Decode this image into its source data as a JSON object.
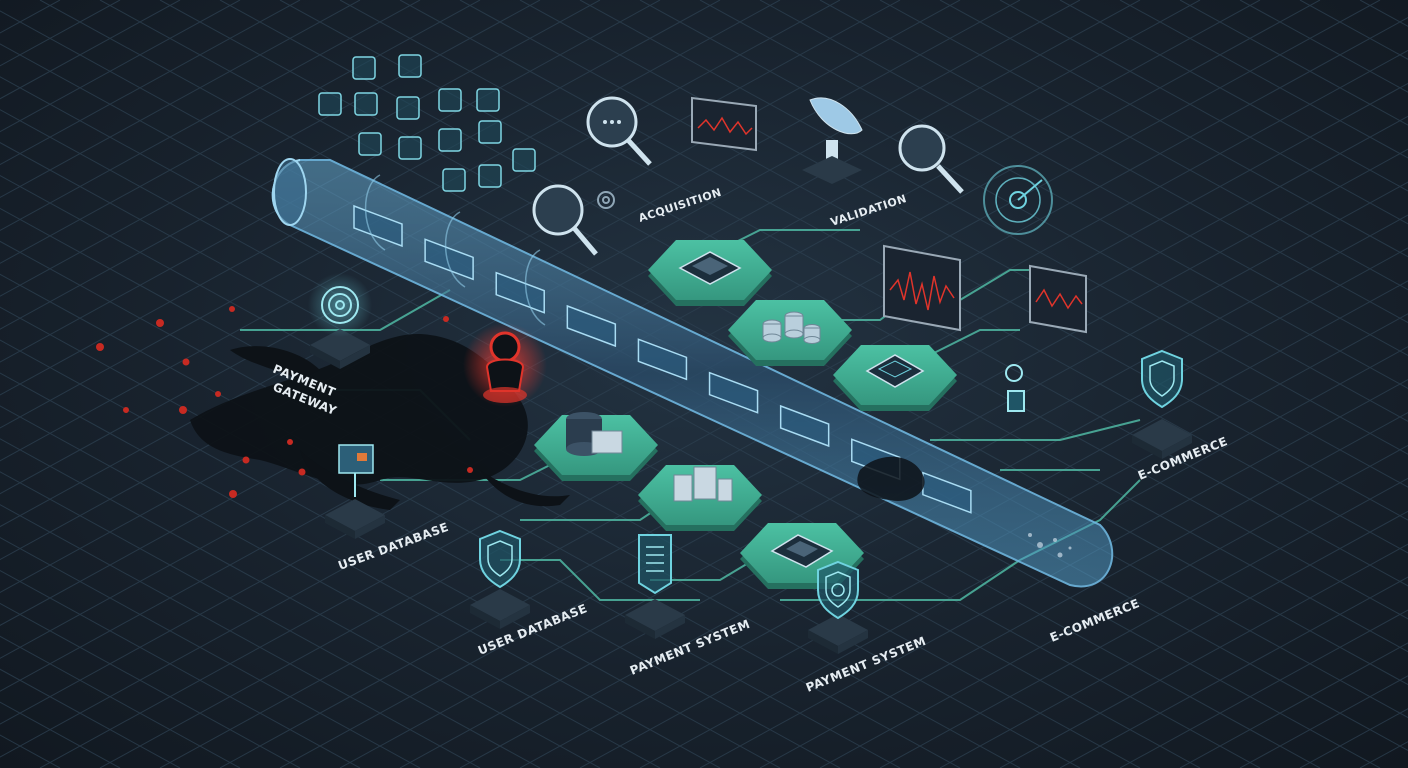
{
  "labels": {
    "payment_gateway_line1": "PAYMENT",
    "payment_gateway_line2": "GATEWAY",
    "user_database_left": "USER DATABASE",
    "user_database_mid": "USER DATABASE",
    "payment_system": "PAYMENT SYSTEM",
    "payment_system_2": "PAYMENT SYSTEM",
    "e_commerce_right": "E-COMMERCE",
    "e_commerce_mid": "E-COMMERCE",
    "acquisition": "ACQUISITION",
    "validation": "VALIDATION"
  },
  "colors": {
    "background": "#18222d",
    "grid": "#2c3f4f",
    "node_teal": "#3fae92",
    "node_teal_dark": "#2a7d6a",
    "connector": "#56c7b0",
    "pipe_blue": "#5aa9d6",
    "breach_red": "#e0342b",
    "breach_dark": "#0d1217",
    "shield": "#6fd3e0"
  },
  "icons": [
    "magnifier-icon",
    "monitor-chart-icon",
    "satellite-dish-icon",
    "radar-icon",
    "cpu-chip-icon",
    "database-stack-icon",
    "server-icon",
    "shield-icon",
    "payment-card-icon",
    "hacker-icon",
    "fingerprint-icon",
    "gear-icon"
  ]
}
